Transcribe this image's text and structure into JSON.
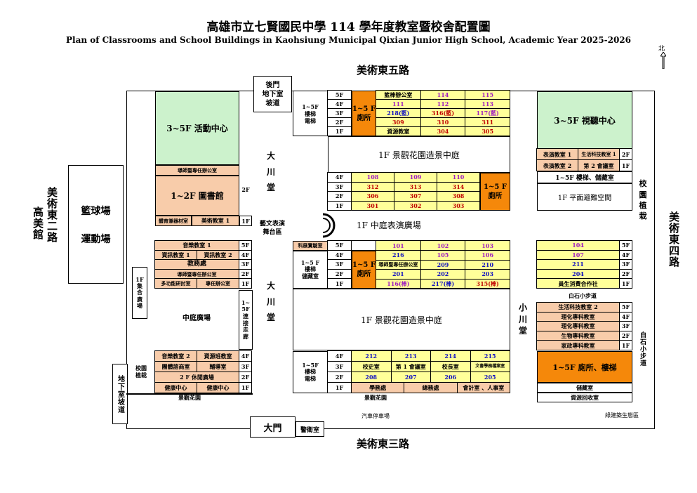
{
  "title_zh": "高雄市立七賢國民中學 114 學年度教室暨校舍配置圖",
  "title_en": "Plan of Classrooms and School Buildings in Kaohsiung Municipal Qixian Junior High School, Academic Year 2025-2026",
  "north": "北",
  "roads": {
    "top": "美術東五路",
    "bottom": "美術東三路",
    "left": "美術東二路",
    "left2": "高美館",
    "right": "美術東四路"
  },
  "outside": {
    "basketball": "籃球場",
    "playground": "運動場",
    "back_gate": "後門\n地下室\n坡道",
    "ramp": "地下室坡道",
    "main_gate": "大門",
    "guard": "警衛室",
    "parking": "汽車停車場",
    "green_bldg": "綠建築生態區",
    "baishi_right": "白石小步道"
  },
  "nw": {
    "activity": "3~5F 活動中心",
    "library_office": "導師暨專任辦公室",
    "library": "1~2F 圖書館",
    "floor2": "2F",
    "equip": "體育兼器材室",
    "art1": "美術教室 1",
    "floor1": "1F"
  },
  "dachuan": {
    "top": "大\n川\n堂",
    "stage": "藝文表演\n舞台區",
    "bottom": "大\n川\n堂",
    "corridor": "1~\n5F\n連\n接\n走\n廊"
  },
  "plaza": {
    "assembly": "1F\n集\n合\n廣\n場",
    "middle": "中庭廣場",
    "garden": "校園\n植栽",
    "landscape_l": "景觀花園",
    "landscape_m": "景觀花園"
  },
  "west_mid": {
    "rows": [
      {
        "cells": [
          "音樂教室 1"
        ],
        "floor": "5F"
      },
      {
        "cells": [
          "資訊教室 1",
          "資訊教室 2"
        ],
        "floor": "4F"
      },
      {
        "cells": [
          "教務處"
        ],
        "floor": "3F"
      },
      {
        "cells": [
          "導師暨專任辦公室"
        ],
        "floor": "2F"
      },
      {
        "cells": [
          "多功能研討室",
          "專任辦公室"
        ],
        "floor": "1F"
      }
    ]
  },
  "west_south": {
    "rows": [
      {
        "cells": [
          "音樂教室 2",
          "資源班教室"
        ],
        "floor": "4F"
      },
      {
        "cells": [
          "團體諮商室",
          "輔導室"
        ],
        "floor": "3F"
      },
      {
        "cells": [
          "2 F 休閒廣場"
        ],
        "floor": "2F"
      },
      {
        "cells": [
          "健康中心",
          "健康中心"
        ],
        "floor": "1F"
      }
    ]
  },
  "north_bldg": {
    "stairs": "1~5F\n樓梯\n電梯",
    "toilet": "1~5 F\n廁所",
    "floors": [
      "5F",
      "4F",
      "3F",
      "2F",
      "1F"
    ],
    "rows": [
      [
        "籃棒辦公室",
        "114",
        "115"
      ],
      [
        "111",
        "112",
        "113"
      ],
      [
        "218(藍)",
        "316(藍)",
        "117(藍)"
      ],
      [
        "309",
        "310",
        "311"
      ],
      [
        "資源教室",
        "304",
        "305"
      ]
    ]
  },
  "courtyard_n": "1F 景觀花園造景中庭",
  "north_mid": {
    "floors": [
      "4F",
      "3F",
      "2F",
      "1F"
    ],
    "rows": [
      [
        "108",
        "109",
        "110"
      ],
      [
        "312",
        "313",
        "314"
      ],
      [
        "306",
        "307",
        "308"
      ],
      [
        "301",
        "302",
        "303"
      ]
    ],
    "toilet": "1~5 F\n廁所"
  },
  "stage_label": "1F 中庭表演廣場",
  "center_mid": {
    "left_top": "科展實驗室",
    "stairs": "1~5 F\n樓梯\n儲藏室",
    "toilet": "1~5 F\n廁所",
    "floors": [
      "5F",
      "4F",
      "3F",
      "2F",
      "1F"
    ],
    "rows": [
      [
        "101",
        "102",
        "103"
      ],
      [
        "216",
        "105",
        "106"
      ],
      [
        "導師暨專任辦公室",
        "209",
        "210"
      ],
      [
        "201",
        "202",
        "203"
      ],
      [
        "116(棒)",
        "217(棒)",
        "315(棒)"
      ]
    ]
  },
  "courtyard_s": "1F 景觀花園造景中庭",
  "xiaochuan": "小\n川\n堂",
  "south_bldg": {
    "stairs": "1~5F\n樓梯\n電梯",
    "floors": [
      "4F",
      "3F",
      "2F",
      "1F"
    ],
    "row4": [
      "212",
      "213",
      "214",
      "215"
    ],
    "row3": [
      "校史室",
      "第 1 會議室",
      "校長室",
      "文書學務檔案室"
    ],
    "row2": [
      "208",
      "207",
      "206",
      "205"
    ],
    "row1": [
      "學務處",
      "總務處",
      "會計室 、人事室"
    ]
  },
  "ne": {
    "av": "3~5F 視聽中心",
    "rows": [
      {
        "cells": [
          "表演教室 1",
          "生活科技教室 1"
        ],
        "floor": "2F"
      },
      {
        "cells": [
          "表演教室 2",
          "第 2 會議室"
        ],
        "floor": "1F"
      }
    ],
    "stairs": "1~5F 樓梯、儲藏室",
    "refuge": "1F 平面避難空間",
    "garden": "校\n園\n植\n栽"
  },
  "east_mid": {
    "floors": [
      "5F",
      "4F",
      "3F",
      "2F",
      "1F"
    ],
    "rows": [
      "104",
      "107",
      "211",
      "204",
      "員生消費合作社"
    ],
    "path": "白石小步道"
  },
  "east_south": {
    "floors": [
      "5F",
      "4F",
      "3F",
      "2F",
      "1F"
    ],
    "rows": [
      "生活科技教室 2",
      "理化專科教室",
      "理化專科教室",
      "生物專科教室",
      "家政專科教室"
    ],
    "toilet": "1~5F 廁所、樓梯",
    "storage": "儲藏室",
    "recycle": "資源回收室"
  },
  "colors": {
    "green": "#ccf2cc",
    "tan": "#f8ccaa",
    "yellow": "#ffff99",
    "orange": "#f5880a",
    "red": "#c00000",
    "blue": "#1010c0",
    "purple": "#a020c0"
  }
}
